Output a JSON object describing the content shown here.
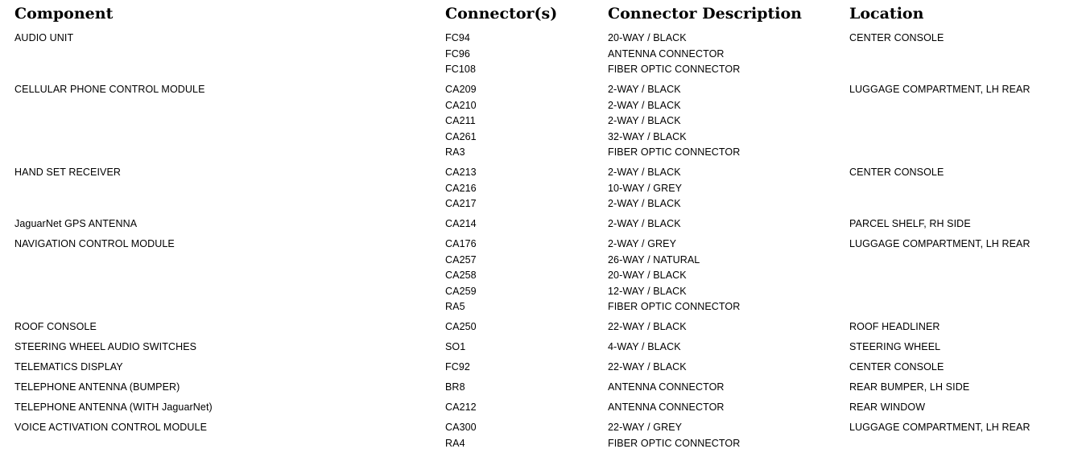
{
  "headers": {
    "component": "Component",
    "connectors": "Connector(s)",
    "description": "Connector Description",
    "location": "Location"
  },
  "rows": [
    {
      "component": "AUDIO UNIT",
      "connectors": [
        "FC94",
        "FC96",
        "FC108"
      ],
      "descriptions": [
        "20-WAY / BLACK",
        "ANTENNA CONNECTOR",
        "FIBER OPTIC CONNECTOR"
      ],
      "location": "CENTER CONSOLE"
    },
    {
      "component": "CELLULAR PHONE CONTROL MODULE",
      "connectors": [
        "CA209",
        "CA210",
        "CA211",
        "CA261",
        "RA3"
      ],
      "descriptions": [
        "2-WAY / BLACK",
        "2-WAY / BLACK",
        "2-WAY / BLACK",
        "32-WAY / BLACK",
        "FIBER OPTIC CONNECTOR"
      ],
      "location": "LUGGAGE COMPARTMENT, LH REAR"
    },
    {
      "component": "HAND SET RECEIVER",
      "connectors": [
        "CA213",
        "CA216",
        "CA217"
      ],
      "descriptions": [
        "2-WAY / BLACK",
        "10-WAY / GREY",
        "2-WAY / BLACK"
      ],
      "location": "CENTER CONSOLE"
    },
    {
      "component": "JaguarNet GPS ANTENNA",
      "connectors": [
        "CA214"
      ],
      "descriptions": [
        "2-WAY / BLACK"
      ],
      "location": "PARCEL SHELF, RH SIDE"
    },
    {
      "component": "NAVIGATION CONTROL MODULE",
      "connectors": [
        "CA176",
        "CA257",
        "CA258",
        "CA259",
        "RA5"
      ],
      "descriptions": [
        "2-WAY / GREY",
        "26-WAY / NATURAL",
        "20-WAY / BLACK",
        "12-WAY / BLACK",
        "FIBER OPTIC CONNECTOR"
      ],
      "location": "LUGGAGE COMPARTMENT, LH REAR"
    },
    {
      "component": "ROOF CONSOLE",
      "connectors": [
        "CA250"
      ],
      "descriptions": [
        "22-WAY / BLACK"
      ],
      "location": "ROOF HEADLINER"
    },
    {
      "component": "STEERING WHEEL AUDIO SWITCHES",
      "connectors": [
        "SO1"
      ],
      "descriptions": [
        "4-WAY / BLACK"
      ],
      "location": "STEERING WHEEL"
    },
    {
      "component": "TELEMATICS DISPLAY",
      "connectors": [
        "FC92"
      ],
      "descriptions": [
        "22-WAY / BLACK"
      ],
      "location": "CENTER CONSOLE"
    },
    {
      "component": "TELEPHONE ANTENNA (BUMPER)",
      "connectors": [
        "BR8"
      ],
      "descriptions": [
        "ANTENNA CONNECTOR"
      ],
      "location": "REAR BUMPER, LH SIDE"
    },
    {
      "component": "TELEPHONE ANTENNA (WITH JaguarNet)",
      "connectors": [
        "CA212"
      ],
      "descriptions": [
        "ANTENNA CONNECTOR"
      ],
      "location": "REAR WINDOW"
    },
    {
      "component": "VOICE ACTIVATION CONTROL MODULE",
      "connectors": [
        "CA300",
        "RA4"
      ],
      "descriptions": [
        "22-WAY / GREY",
        "FIBER OPTIC CONNECTOR"
      ],
      "location": "LUGGAGE COMPARTMENT, LH REAR"
    }
  ]
}
